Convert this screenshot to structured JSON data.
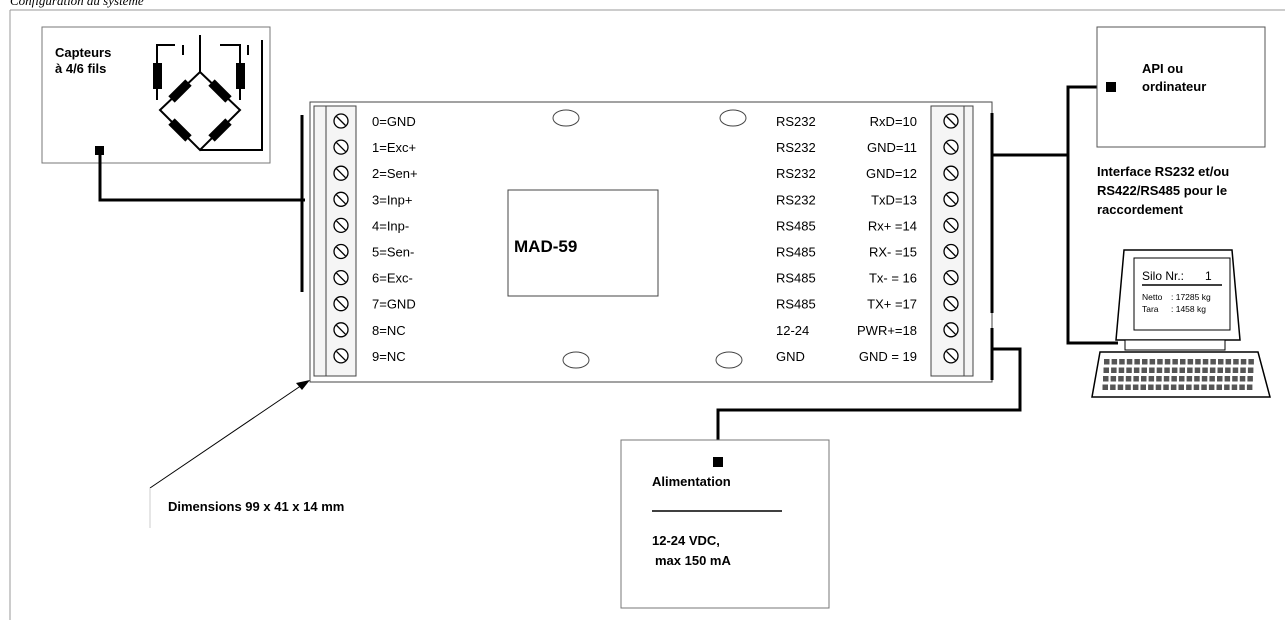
{
  "page_title": "Configuration du système",
  "sensor_box": {
    "label_line1": "Capteurs",
    "label_line2": "à 4/6 fils"
  },
  "module": {
    "name": "MAD-59"
  },
  "left_pins": [
    "0=GND",
    "1=Exc+",
    "2=Sen+",
    "3=Inp+",
    "4=Inp-",
    "5=Sen-",
    "6=Exc-",
    "7=GND",
    "8=NC",
    "9=NC"
  ],
  "right_pins": [
    {
      "type": "RS232",
      "pin": "RxD=10"
    },
    {
      "type": "RS232",
      "pin": "GND=11"
    },
    {
      "type": "RS232",
      "pin": "GND=12"
    },
    {
      "type": "RS232",
      "pin": "TxD=13"
    },
    {
      "type": "RS485",
      "pin": "Rx+ =14"
    },
    {
      "type": "RS485",
      "pin": "RX- =15"
    },
    {
      "type": "RS485",
      "pin": "Tx- = 16"
    },
    {
      "type": "RS485",
      "pin": "TX+ =17"
    },
    {
      "type": "12-24",
      "pin": "PWR+=18"
    },
    {
      "type": "GND",
      "pin": "GND = 19"
    }
  ],
  "api_box": {
    "line1": "API ou",
    "line2": "ordinateur"
  },
  "interface_text": [
    "Interface RS232 et/ou",
    "RS422/RS485 pour le",
    "raccordement"
  ],
  "terminal": {
    "silo_label": "Silo Nr.:",
    "silo_value": "1",
    "netto_label": "Netto",
    "netto_value": ": 17285 kg",
    "tara_label": "Tara",
    "tara_value": ": 1458 kg"
  },
  "power_box": {
    "title": "Alimentation",
    "spec_line1": "12-24 VDC,",
    "spec_line2": "max 150 mA"
  },
  "dimensions": "Dimensions 99 x 41 x 14 mm"
}
